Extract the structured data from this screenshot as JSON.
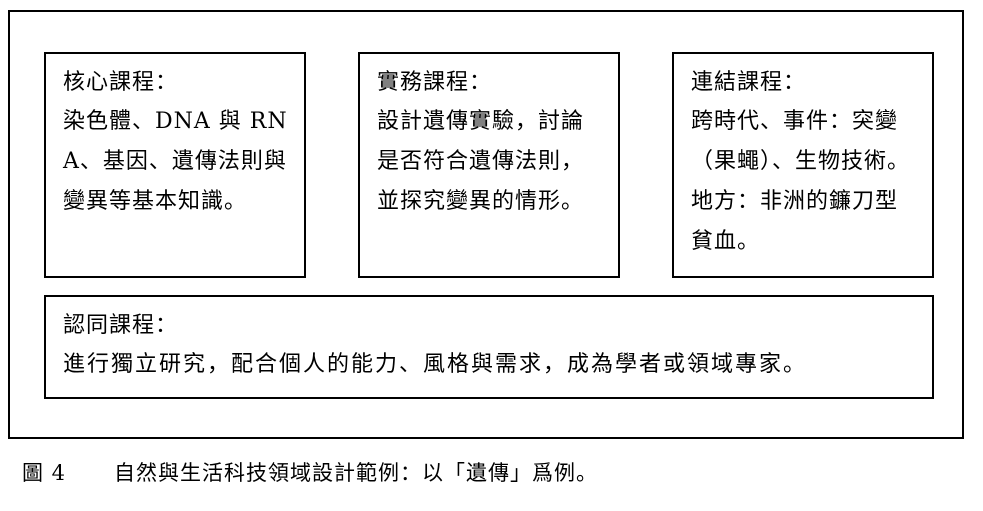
{
  "core": {
    "title": "核心課程：",
    "body": "染色體、DNA 與 RNA、基因、遺傳法則與變異等基本知識。"
  },
  "practice": {
    "title": "實務課程：",
    "body": "設計遺傳實驗，討論是否符合遺傳法則，並探究變異的情形。"
  },
  "link": {
    "title": "連結課程：",
    "body": "跨時代、事件：突變（果蠅）、生物技術。地方：非洲的鐮刀型貧血。"
  },
  "identity": {
    "title": "認同課程：",
    "body": "進行獨立研究，配合個人的能力、風格與需求，成為學者或領域專家。"
  },
  "caption": {
    "figure_number": "圖 4",
    "text": "自然與生活科技領域設計範例：以「遺傳」爲例。"
  }
}
